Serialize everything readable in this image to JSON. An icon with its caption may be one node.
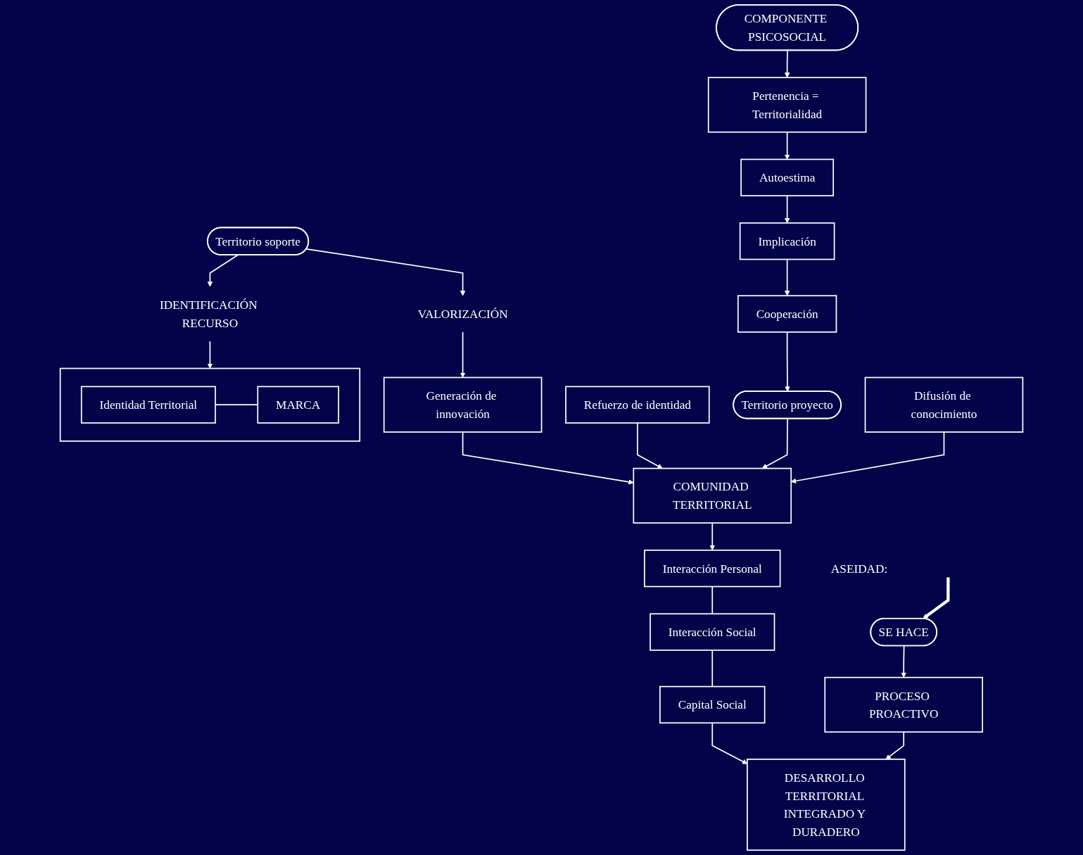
{
  "diagram": {
    "nodes": [
      {
        "text": [
          "Territorio soporte"
        ]
      },
      {
        "text": [
          "IDENTIFICACIÓN RECURSO"
        ]
      },
      {
        "text": [],
        "shape": "box"
      },
      {
        "text": [
          "Identidad Territorial"
        ],
        "in": 2
      },
      {
        "text": [
          "MARCA"
        ],
        "in": 2
      },
      {
        "text": [
          "VALORIZACIÓN"
        ]
      },
      {
        "text": [
          "COMPONENTE PSICOSOCIAL"
        ]
      },
      {
        "text": [
          "Pertenencia = Territorialidad"
        ]
      },
      {
        "text": [
          "Autoestima"
        ]
      },
      {
        "text": [
          "Implicación"
        ]
      },
      {
        "text": [
          "Cooperación"
        ]
      },
      {
        "text": [
          "Territorio proyecto"
        ]
      },
      {
        "text": [
          "Refuerzo de identidad"
        ]
      },
      {
        "text": [
          "Generación de innovación"
        ]
      },
      {
        "text": [
          "Difusión de conocimiento"
        ]
      },
      {
        "text": [
          "COMUNIDAD TERRITORIAL"
        ]
      },
      {
        "text": [
          "Interacción Personal"
        ]
      },
      {
        "text": [
          "Interacción Social"
        ]
      },
      {
        "text": [
          "Capital Social"
        ]
      },
      {
        "text": [
          "SE HACE"
        ],
        "beside": [
          "ASEIDAD:"
        ]
      },
      {
        "text": [
          "PROCESO PROACTIVO"
        ]
      },
      {
        "text": [
          "DESARROLLO TERRITORIAL INTEGRADO Y DURADERO"
        ]
      }
    ],
    "edges": [
      {
        "from": 0,
        "to": 1,
        "arrow": "to"
      },
      {
        "from": 1,
        "to": 2,
        "arrow": "to"
      },
      {
        "from": 3,
        "to": 4,
        "arrow": "none"
      },
      {
        "from": 0,
        "to": 5,
        "arrow": "to"
      },
      {
        "from": 5,
        "to": 13,
        "arrow": "to"
      },
      {
        "from": 6,
        "to": 7,
        "arrow": "to"
      },
      {
        "from": 7,
        "to": 8,
        "arrow": "to"
      },
      {
        "from": 8,
        "to": 9,
        "arrow": "to"
      },
      {
        "from": 9,
        "to": 10,
        "arrow": "to"
      },
      {
        "from": 10,
        "to": 11,
        "arrow": "to"
      },
      {
        "from": 11,
        "to": 15,
        "arrow": "to"
      },
      {
        "from": 12,
        "to": 15,
        "arrow": "to"
      },
      {
        "from": 13,
        "to": 15,
        "arrow": "to"
      },
      {
        "from": 14,
        "to": 15,
        "arrow": "to"
      },
      {
        "from": 15,
        "to": 16,
        "arrow": "to"
      },
      {
        "from": 16,
        "to": 17,
        "arrow": "none"
      },
      {
        "from": 17,
        "to": 18,
        "arrow": "none"
      },
      {
        "from": 18,
        "to": 21,
        "arrow": "to"
      },
      {
        "from": null,
        "to": 19,
        "arrow": "to",
        "style": "thick"
      },
      {
        "from": 19,
        "to": 20,
        "arrow": "to"
      },
      {
        "from": 20,
        "to": 21,
        "arrow": "to"
      }
    ]
  }
}
